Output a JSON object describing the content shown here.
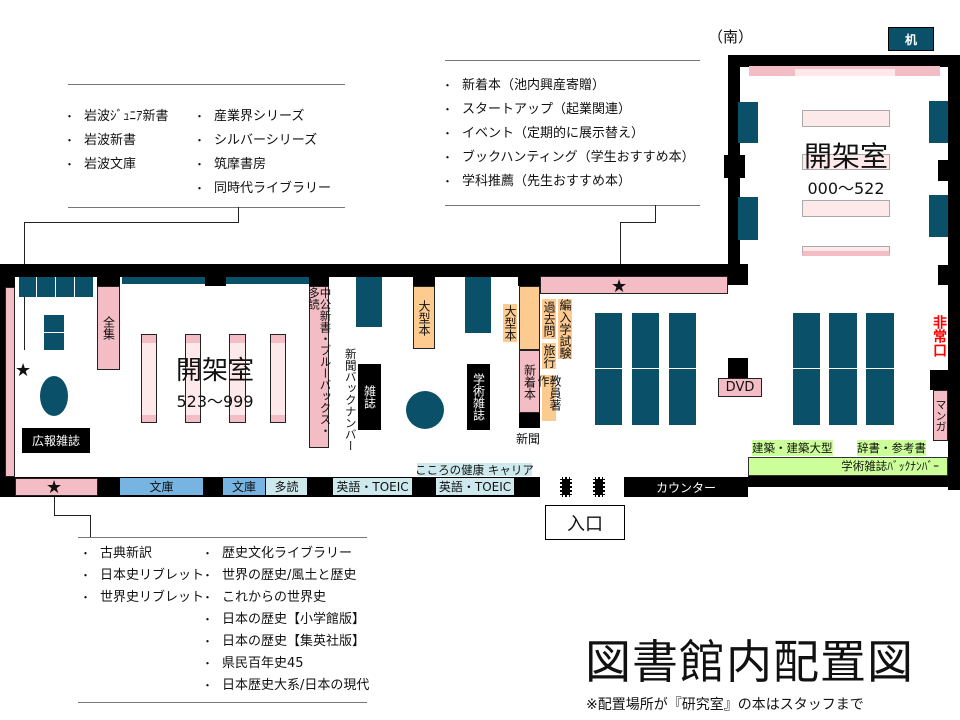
{
  "title": "図書館内配置図",
  "note": "※配置場所が『研究室』の本はスタッフまで",
  "direction_label": "（南）",
  "desk_legend": "机",
  "rooms": {
    "left": {
      "name": "開架室",
      "range": "523～999"
    },
    "right": {
      "name": "開架室",
      "range": "000～522"
    }
  },
  "labels": {
    "kouhou": "広報雑誌",
    "zenshu": "全集",
    "chuko": "中公新書・ブルーバックス・多読",
    "shinbun_back": "新聞バックナンバー",
    "zasshi": "雑誌",
    "ogata1": "大型本",
    "gakujutsu": "学術雑誌",
    "ogata2": "大型本",
    "shinchaku": "新着本",
    "shinbun": "新聞",
    "kakomon": "過去問",
    "hennyu": "編入学試験",
    "ryoko": "旅行",
    "kyoin": "教員著作",
    "kokoro": "こころの健康 キャリア",
    "bunko1": "文庫",
    "bunko2": "文庫",
    "tadoku": "多読",
    "eigo1": "英語・TOEIC",
    "eigo2": "英語・TOEIC",
    "entrance": "入口",
    "counter": "カウンター",
    "dvd": "DVD",
    "exit": "非常口",
    "manga": "マンガ",
    "kenchiku": "建築・建築大型",
    "jisho": "辞書・参考書",
    "gakujutsu_back": "学術雑誌ﾊﾞｯｸﾅﾝﾊﾞｰ"
  },
  "lists": {
    "top_left_col1": [
      "岩波ｼﾞｭﾆｱ新書",
      "岩波新書",
      "岩波文庫"
    ],
    "top_left_col2": [
      "産業界シリーズ",
      "シルバーシリーズ",
      "筑摩書房",
      "同時代ライブラリー"
    ],
    "top_right": [
      "新着本（池内興産寄贈）",
      "スタートアップ（起業関連）",
      "イベント（定期的に展示替え）",
      "ブックハンティング（学生おすすめ本）",
      "学科推薦（先生おすすめ本）"
    ],
    "bottom_col1": [
      "古典新訳",
      "日本史リブレット",
      "世界史リブレット"
    ],
    "bottom_col2": [
      "歴史文化ライブラリー",
      "世界の歴史/風土と歴史",
      "これからの世界史",
      "日本の歴史【小学館版】",
      "日本の歴史【集英社版】",
      "県民百年史45",
      "日本歴史大系/日本の現代"
    ]
  },
  "colors": {
    "shelf": "#f4bcc4",
    "desk": "#0a5068",
    "oversize": "#fdca90",
    "bunko": "#76b4e2",
    "language": "#cde9ee",
    "backnumber": "#ccff99",
    "exit": "#ff0000"
  }
}
